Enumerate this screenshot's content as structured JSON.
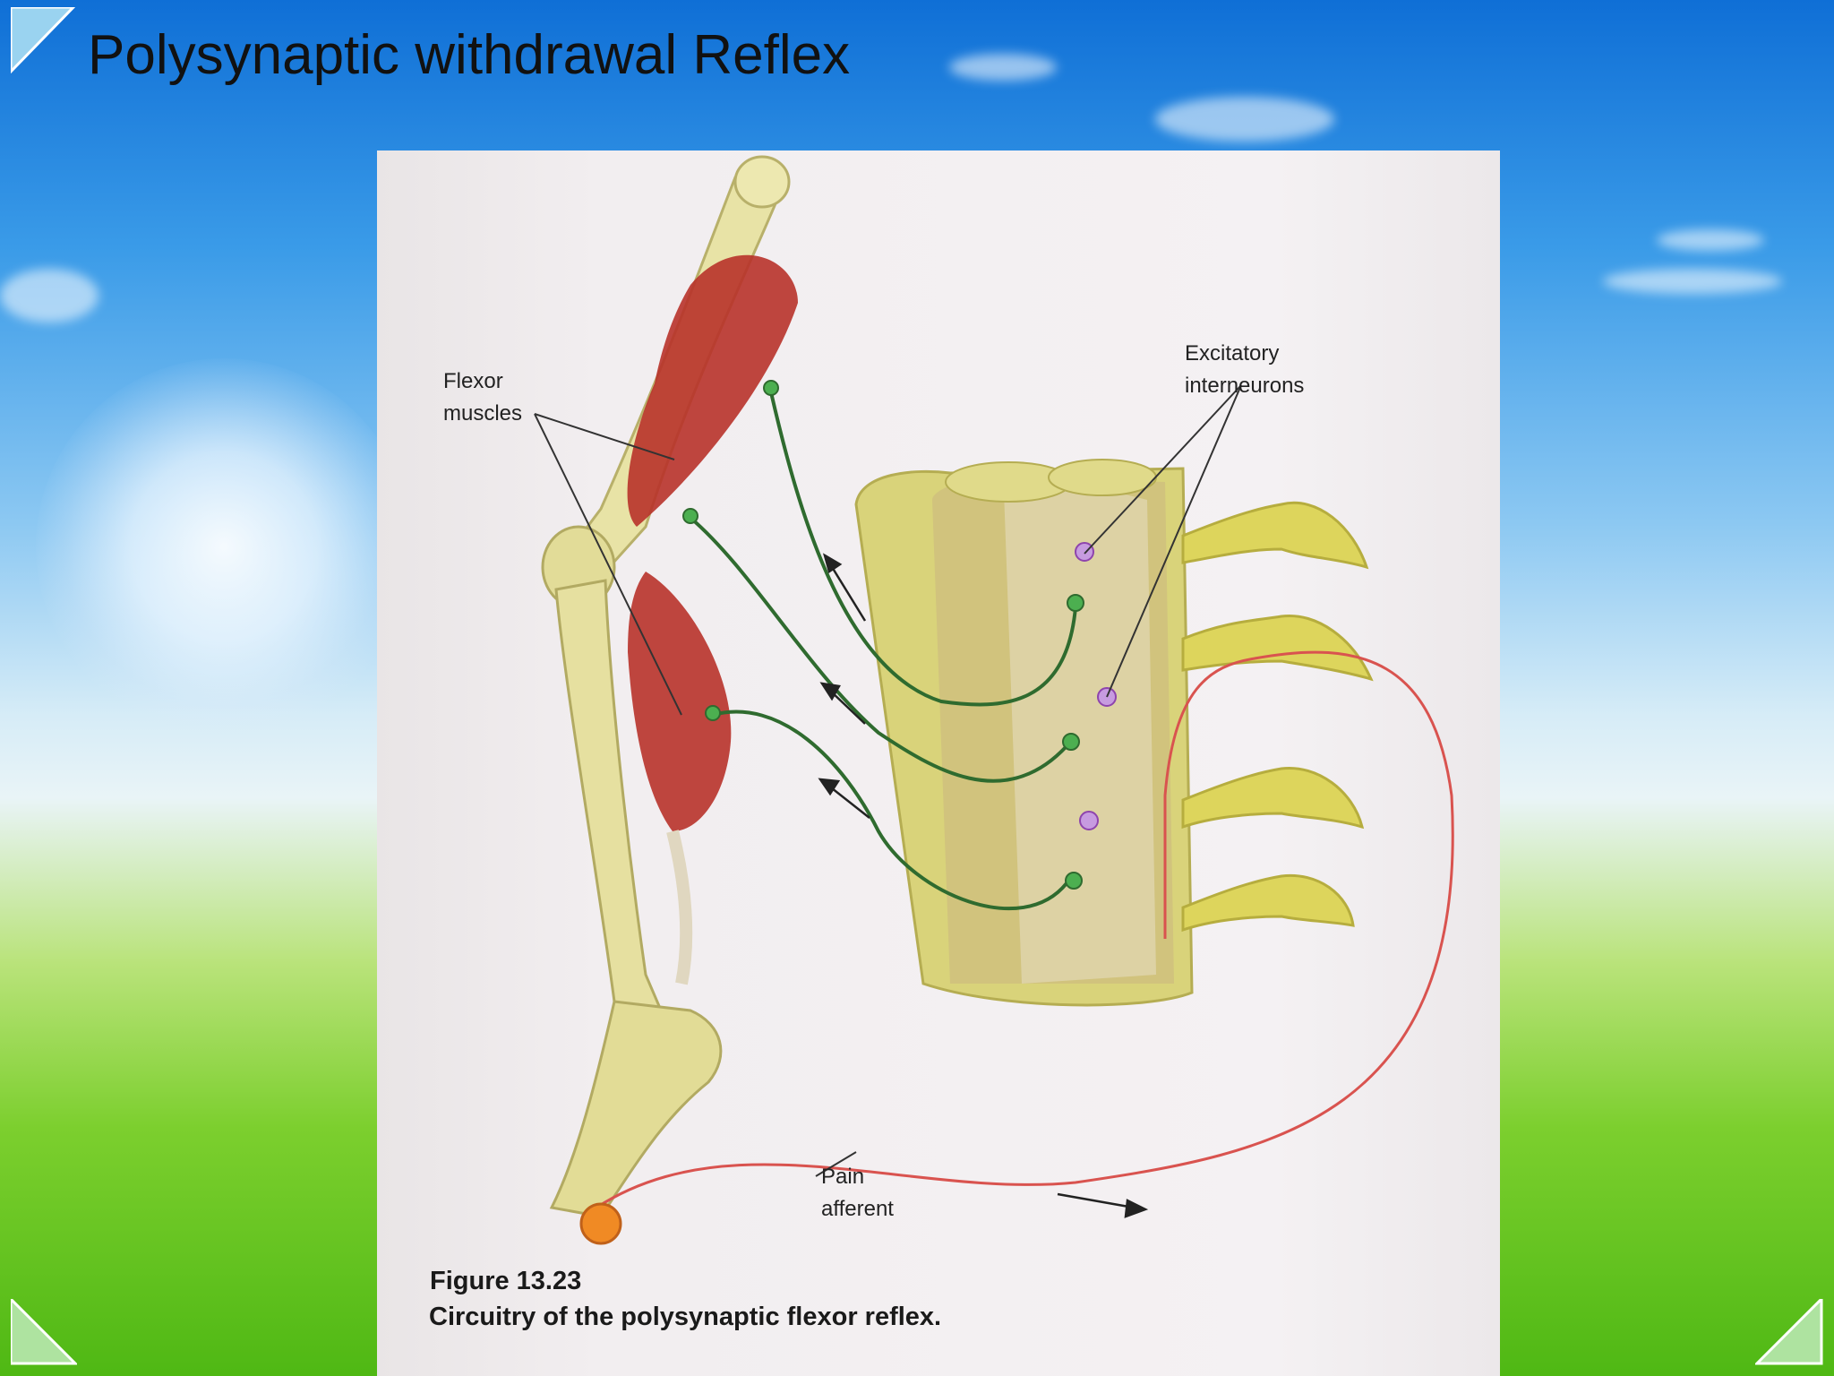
{
  "slide": {
    "title": "Polysynaptic withdrawal Reflex"
  },
  "figure": {
    "labels": {
      "flexor_line1": "Flexor",
      "flexor_line2": "muscles",
      "excit_line1": "Excitatory",
      "excit_line2": "interneurons",
      "pain_line1": "Pain",
      "pain_line2": "afferent"
    },
    "caption": {
      "number": "Figure 13.23",
      "text": "Circuitry of the polysynaptic flexor reflex."
    }
  },
  "colors": {
    "title": "#111111",
    "motor_neuron": "#2f6b2f",
    "pain_fiber": "#d9534f",
    "muscle": "#b8322a",
    "bone": "#e6e0a0",
    "spinal_cord": "#d8d27a",
    "interneuron": "#9b59b6"
  },
  "icons": {
    "nav_prev": "triangle-left-icon",
    "nav_next": "triangle-right-icon",
    "slide_corner": "triangle-corner-icon"
  }
}
